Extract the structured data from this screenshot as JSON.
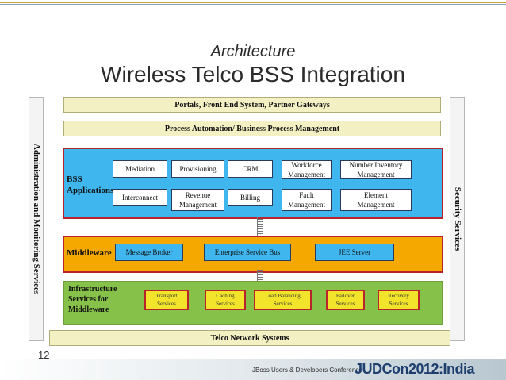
{
  "title": {
    "sup": "Architecture",
    "main": "Wireless Telco BSS Integration"
  },
  "side_left": "Administration and Monitoring Services",
  "side_right": "Security Services",
  "bands": {
    "portals": "Portals, Front End System, Partner Gateways",
    "process": "Process Automation/ Business Process Management",
    "network": "Telco Network Systems"
  },
  "bss": {
    "label_line1": "BSS",
    "label_line2": "Applications",
    "row1": [
      {
        "l1": "Mediation",
        "l2": ""
      },
      {
        "l1": "Provisioning",
        "l2": ""
      },
      {
        "l1": "CRM",
        "l2": ""
      },
      {
        "l1": "Workforce",
        "l2": "Management"
      },
      {
        "l1": "Number Inventory",
        "l2": "Management"
      }
    ],
    "row2": [
      {
        "l1": "Interconnect",
        "l2": ""
      },
      {
        "l1": "Revenue",
        "l2": "Management"
      },
      {
        "l1": "Billing",
        "l2": ""
      },
      {
        "l1": "Fault",
        "l2": "Management"
      },
      {
        "l1": "Element",
        "l2": "Management"
      }
    ]
  },
  "middleware": {
    "label": "Middleware",
    "items": [
      "Message Broker",
      "Enterprise Service Bus",
      "JEE Server"
    ]
  },
  "infrastructure": {
    "label_line1": "Infrastructure",
    "label_line2": "Services for",
    "label_line3": "Middleware",
    "items": [
      {
        "l1": "Transport",
        "l2": "Services"
      },
      {
        "l1": "Caching",
        "l2": "Services"
      },
      {
        "l1": "Load Balancing",
        "l2": "Services"
      },
      {
        "l1": "Failover",
        "l2": "Services"
      },
      {
        "l1": "Recovery",
        "l2": "Services"
      }
    ]
  },
  "footer": {
    "page_number": "12",
    "conference": "JBoss Users & Developers Conference",
    "brand": "JUDCon2012:India"
  },
  "colors": {
    "bss_fill": "#3fb6ee",
    "middleware_fill": "#f5a800",
    "infra_fill": "#86c14a",
    "layer_border": "#b9232a",
    "band_fill": "#f3f0c4",
    "top_rule": "#c9a13b"
  }
}
